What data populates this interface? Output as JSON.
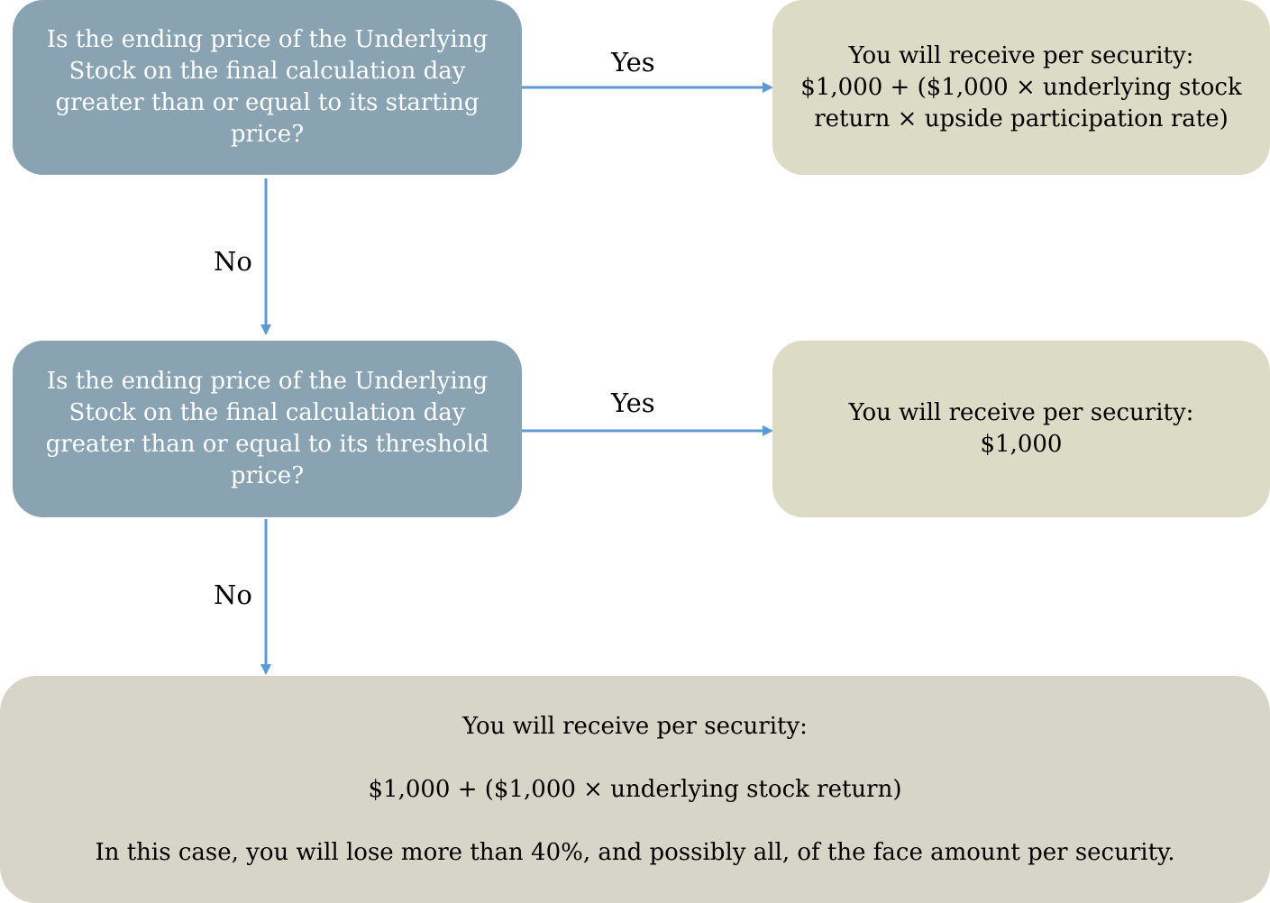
{
  "decisions": [
    {
      "lines": [
        "Is the ending price of the Underlying",
        "Stock on the final calculation day",
        "greater than or equal to its starting",
        "price?"
      ]
    },
    {
      "lines": [
        "Is the ending price of the Underlying",
        "Stock on the final calculation day",
        "greater than or equal to its threshold",
        "price?"
      ]
    }
  ],
  "outcomes": [
    {
      "lines": [
        "You will receive per security:",
        "$1,000 + ($1,000 × underlying stock",
        "return × upside participation rate)"
      ]
    },
    {
      "lines": [
        "You will receive per security:",
        "$1,000"
      ]
    }
  ],
  "final_outcome": {
    "heading": "You will receive per security:",
    "formula": "$1,000 + ($1,000 × underlying stock return)",
    "warning": "In this case, you will lose more than 40%, and possibly all, of the face amount per security."
  },
  "connectors": {
    "yes_label_1": "Yes",
    "no_label_1": "No",
    "yes_label_2": "Yes",
    "no_label_2": "No"
  },
  "colors": {
    "decision_fill": "#8aa3b3",
    "outcome_fill": "#dcdcc6",
    "final_fill": "#d7d4c8",
    "arrow": "#5b9bd5"
  }
}
